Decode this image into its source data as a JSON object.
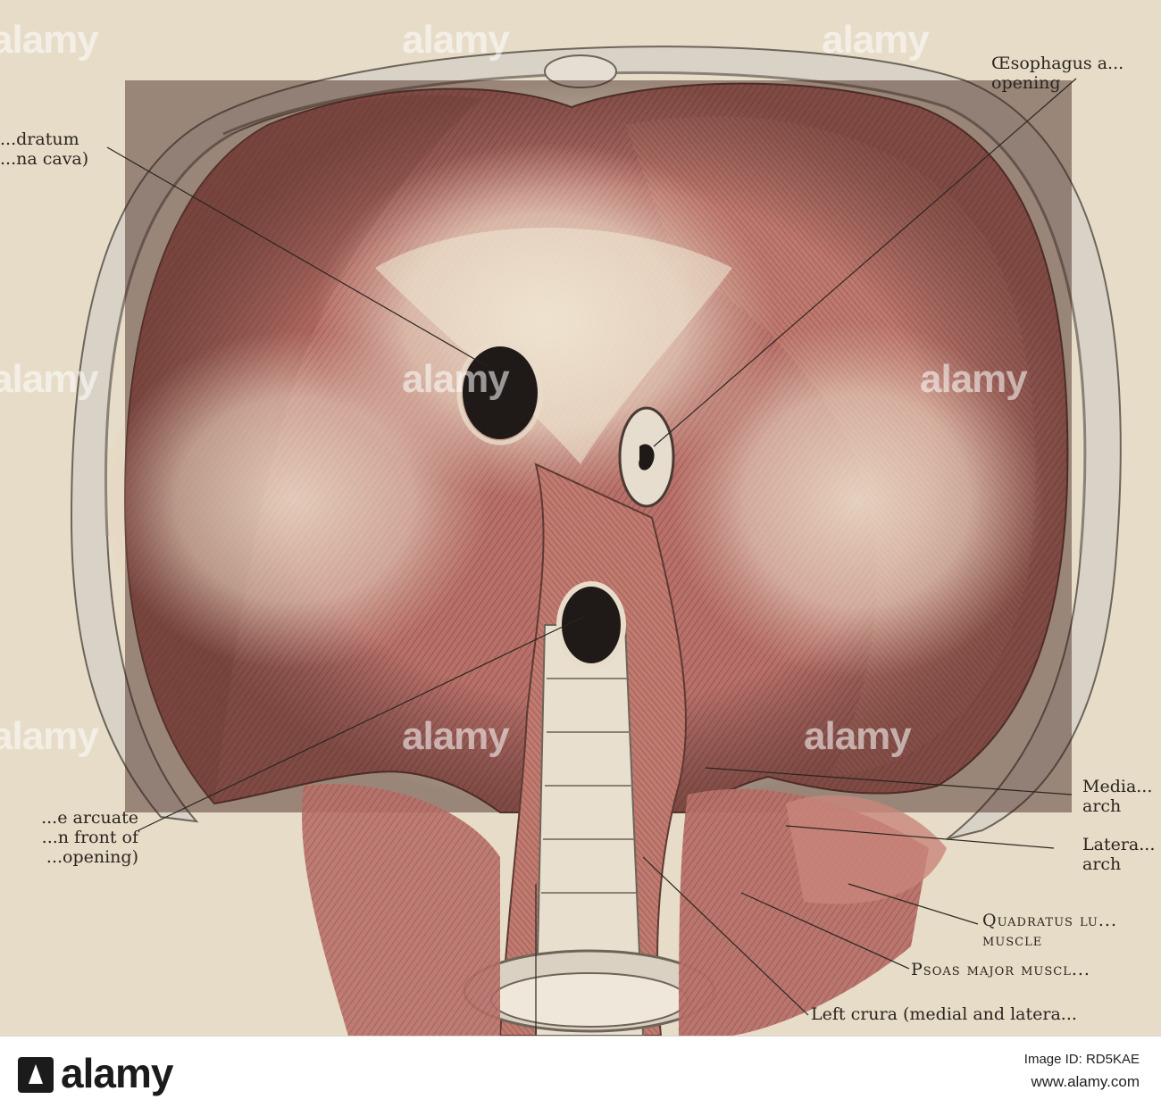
{
  "figure": {
    "labels": {
      "caval": [
        "...dratum",
        "...na cava)"
      ],
      "oesophagus": [
        "Œsophagus a...",
        "opening"
      ],
      "median_arcuate": [
        "...e arcuate",
        "...n front of",
        "...opening)"
      ],
      "medial_arch": [
        "Media...",
        "arch"
      ],
      "lateral_arch": [
        "Latera...",
        "arch"
      ],
      "quadratus": [
        "Quadratus lu...",
        "muscle"
      ],
      "psoas": "Psoas major muscl...",
      "left_crura": "Left crura (medial and latera..."
    },
    "colors": {
      "background": "#e7dcc7",
      "muscle_red": "#b8706a",
      "muscle_dark": "#7e4a40",
      "tendon": "#eadfcb",
      "opening": "#1f1a17"
    }
  },
  "watermark": {
    "text": "alamy"
  },
  "footer": {
    "logo_text": "alamy",
    "image_id_line": "Image ID: RD5KAE",
    "site": "www.alamy.com"
  }
}
